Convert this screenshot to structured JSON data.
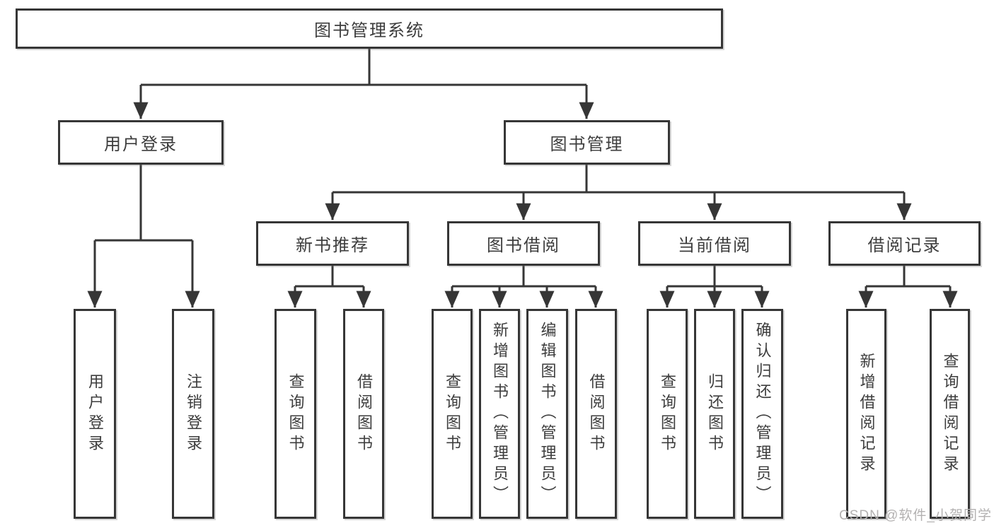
{
  "diagram_title": "图书管理系统",
  "colors": {
    "line": "#363636",
    "text": "#3d3d3d",
    "watermark": "#b3b1b1",
    "bg": "#ffffff"
  },
  "tree": {
    "label": "图书管理系统",
    "children": [
      {
        "label": "用户登录",
        "children": [
          {
            "label": "用户登录"
          },
          {
            "label": "注销登录"
          }
        ]
      },
      {
        "label": "图书管理",
        "children": [
          {
            "label": "新书推荐",
            "children": [
              {
                "label": "查询图书"
              },
              {
                "label": "借阅图书"
              }
            ]
          },
          {
            "label": "图书借阅",
            "children": [
              {
                "label": "查询图书"
              },
              {
                "label": "新增图书（管理员）"
              },
              {
                "label": "编辑图书（管理员）"
              },
              {
                "label": "借阅图书"
              }
            ]
          },
          {
            "label": "当前借阅",
            "children": [
              {
                "label": "查询图书"
              },
              {
                "label": "归还图书"
              },
              {
                "label": "确认归还（管理员）"
              }
            ]
          },
          {
            "label": "借阅记录",
            "children": [
              {
                "label": "新增借阅记录"
              },
              {
                "label": "查询借阅记录"
              }
            ]
          }
        ]
      }
    ]
  },
  "watermark": {
    "text": "CSDN @软件_小贺同学"
  }
}
